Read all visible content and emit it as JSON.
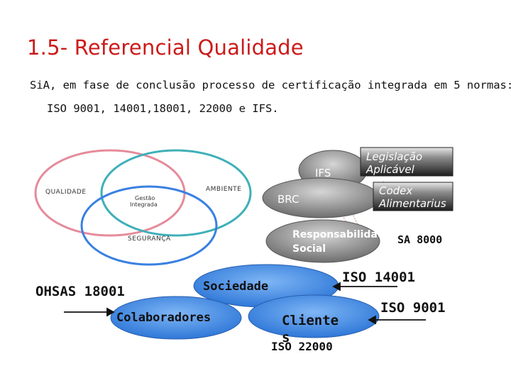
{
  "slide": {
    "title": "1.5- Referencial Qualidade",
    "intro_line1": "SiA, em fase de conclusão processo de certificação integrada em 5 normas:",
    "intro_line2": "ISO 9001, 14001,18001, 22000 e IFS."
  },
  "venn": {
    "labels": {
      "quality": "QUALIDADE",
      "environment": "AMBIENTE",
      "integrated_1": "Gestão",
      "integrated_2": "Integrada",
      "security": "SEGURANÇA"
    }
  },
  "nodes": {
    "ifs": "IFS",
    "brc": "BRC",
    "legislation_1": "Legislação",
    "legislation_2": "Aplicável",
    "codex_1": "Codex",
    "codex_2": "Alimentarius",
    "social_1": "Responsabilidade",
    "social_2": "Social",
    "sa8000": "SA 8000",
    "iso14001": "ISO 14001",
    "society": "Sociedade",
    "ohsas": "OHSAS 18001",
    "collaborators": "Colaboradores",
    "clients_1": "Cliente",
    "clients_2": "s",
    "iso9001": "ISO 9001",
    "iso22000": "ISO 22000"
  },
  "colors": {
    "title": "#cc1a1a",
    "circle_pink": "#e58b9b",
    "circle_teal": "#3fb0b8",
    "circle_blue": "#3a80e0",
    "ellipse_blue": "#3a86e2",
    "ellipse_gray": "#8a8a8a"
  }
}
